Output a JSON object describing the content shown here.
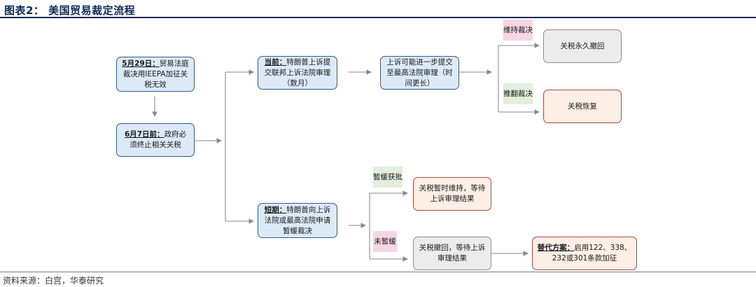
{
  "title": "图表2： 美国贸易裁定流程",
  "source": "资料来源：白宫，华泰研究",
  "nodes": {
    "may29": {
      "lead": "5月29日：",
      "text": "贸易法庭裁决用IEEPA加征关税无效"
    },
    "jun7": {
      "lead": "6月7日前：",
      "text": "政府必须终止相关关税"
    },
    "current": {
      "lead": "当前：",
      "text": "特朗普上诉提交联邦上诉法院审理（数月）"
    },
    "supreme": {
      "text": "上诉可能进一步提交至最高法院审理（时间更长）"
    },
    "revoke": {
      "text": "关税永久撤回"
    },
    "restore": {
      "text": "关税恢复"
    },
    "short": {
      "lead": "短期：",
      "text": "特朗普向上诉法院或最高法院申请暂缓裁决"
    },
    "keep": {
      "text": "关税暂时维持，等待上诉审理结果"
    },
    "withdraw": {
      "text": "关税撤回，等待上诉审理结果"
    },
    "alt": {
      "lead": "替代方案：",
      "text": "启用122、338、232或301条款加征"
    }
  },
  "tags": {
    "uphold": "维持裁决",
    "overturn": "推翻裁决",
    "stay_granted": "暂缓获批",
    "stay_denied": "未暂缓"
  },
  "colors": {
    "title": "#0b2a5c",
    "blue_fill": "#dce9f7",
    "blue_border": "#2f5d91",
    "gray_fill": "#ececec",
    "orange_fill": "#fdeee6",
    "orange_border": "#b04a3a",
    "pink_tag": "#f7d6e3",
    "green_tag": "#e2efdc",
    "arrow": "#8a8a8a"
  }
}
